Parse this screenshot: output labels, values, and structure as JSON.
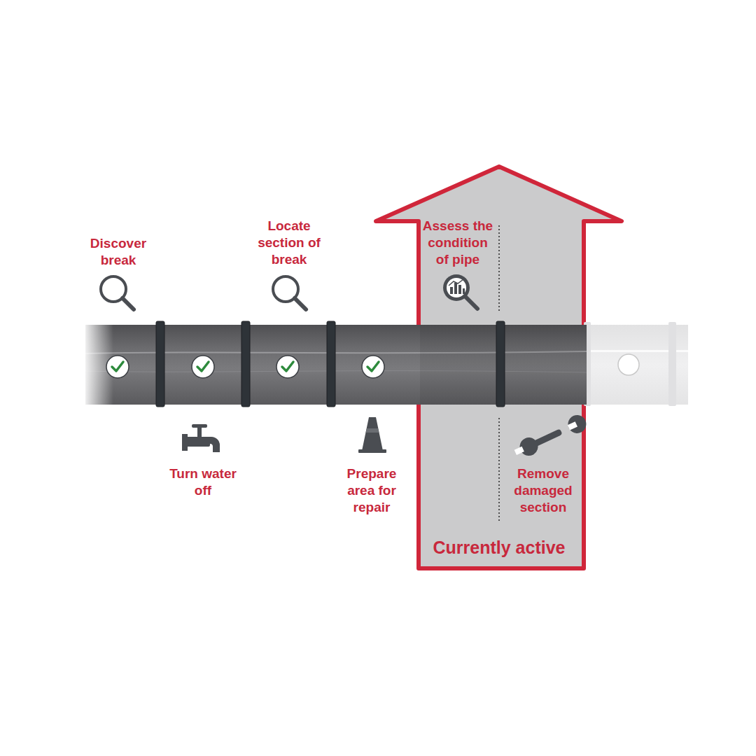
{
  "diagram": {
    "nodes": [
      {
        "text": [
          "Currently active"
        ]
      }
    ],
    "labels": [
      "Discover break",
      "Turn water off",
      "Locate section of break",
      "Prepare area for repair",
      "Assess the condition of pipe",
      "Remove damaged section"
    ]
  }
}
